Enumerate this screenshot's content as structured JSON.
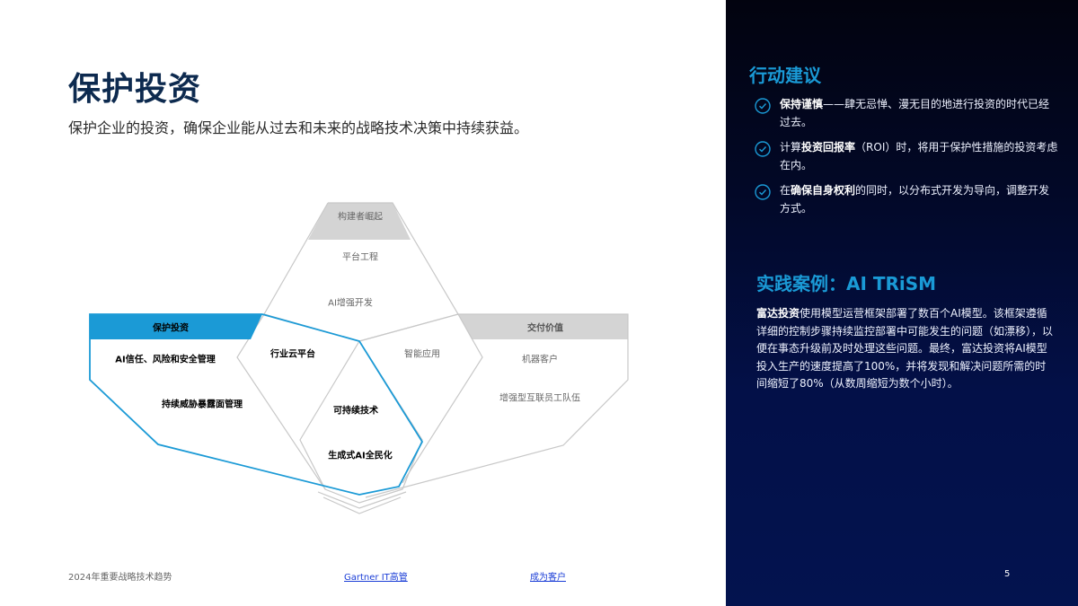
{
  "slide": {
    "title": "保护投资",
    "subtitle": "保护企业的投资，确保企业能从过去和未来的战略技术决策中持续获益。"
  },
  "diagram": {
    "top_group": {
      "header": "构建者崛起",
      "items": [
        "平台工程",
        "AI增强开发"
      ]
    },
    "left_group": {
      "header": "保护投资",
      "items": [
        "AI信任、风险和安全管理",
        "持续威胁暴露面管理"
      ],
      "color": "#1b9ad6"
    },
    "right_group": {
      "header": "交付价值",
      "items": [
        "机器客户",
        "增强型互联员工队伍"
      ]
    },
    "center_items": {
      "left_center": "行业云平台",
      "right_center": "智能应用",
      "bottom_center": [
        "可持续技术",
        "生成式AI全民化"
      ]
    },
    "colors": {
      "highlight": "#1b9ad6",
      "gray_band": "#d4d4d4",
      "outline": "#c8c8c8"
    }
  },
  "footer": {
    "source": "2024年重要战略技术趋势",
    "link1": "Gartner IT高管",
    "link2": "成为客户",
    "page_number": "5"
  },
  "sidebar": {
    "actions_title": "行动建议",
    "actions": [
      {
        "bold": "保持谨慎",
        "text": "——肆无忌惮、漫无目的地进行投资的时代已经过去。",
        "prefix": ""
      },
      {
        "prefix": "计算",
        "bold": "投资回报率",
        "text": "（ROI）时，将用于保护性措施的投资考虑在内。"
      },
      {
        "prefix": "在",
        "bold": "确保自身权利",
        "text": "的同时，以分布式开发为导向，调整开发方式。"
      }
    ],
    "case_title": "实践案例：AI TRiSM",
    "case_bold": "富达投资",
    "case_text": "使用模型运营框架部署了数百个AI模型。该框架遵循详细的控制步骤持续监控部署中可能发生的问题（如漂移），以便在事态升级前及时处理这些问题。最终，富达投资将AI模型投入生产的速度提高了100%，并将发现和解决问题所需的时间缩短了80%（从数周缩短为数个小时）。",
    "accent_color": "#1a9ad6",
    "icon": "check-circle-icon"
  }
}
